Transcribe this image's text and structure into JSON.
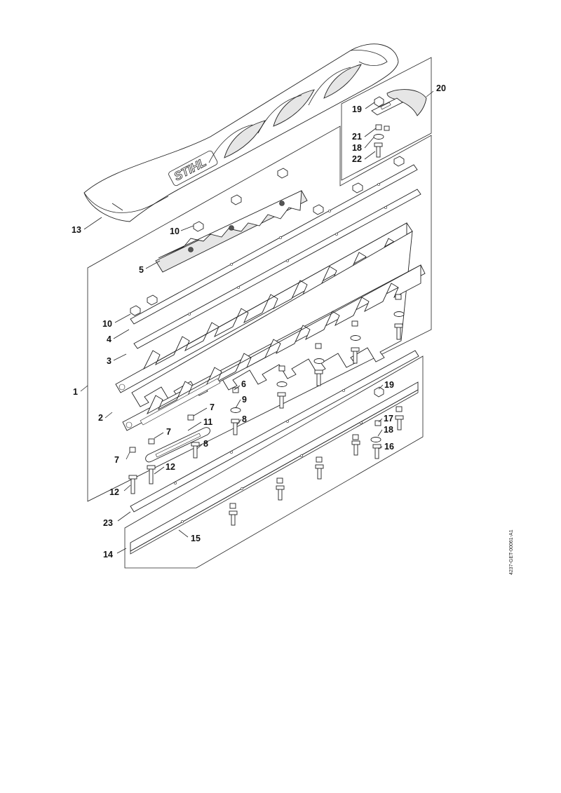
{
  "logo_text": "STIHL",
  "document_code": "4237-GET-00061-A1",
  "callouts": [
    {
      "id": "c1",
      "label": "1"
    },
    {
      "id": "c2",
      "label": "2"
    },
    {
      "id": "c3",
      "label": "3"
    },
    {
      "id": "c4",
      "label": "4"
    },
    {
      "id": "c5",
      "label": "5"
    },
    {
      "id": "c6",
      "label": "6"
    },
    {
      "id": "c7a",
      "label": "7"
    },
    {
      "id": "c7b",
      "label": "7"
    },
    {
      "id": "c7c",
      "label": "7"
    },
    {
      "id": "c8a",
      "label": "8"
    },
    {
      "id": "c8b",
      "label": "8"
    },
    {
      "id": "c9",
      "label": "9"
    },
    {
      "id": "c10a",
      "label": "10"
    },
    {
      "id": "c10b",
      "label": "10"
    },
    {
      "id": "c11",
      "label": "11"
    },
    {
      "id": "c12a",
      "label": "12"
    },
    {
      "id": "c12b",
      "label": "12"
    },
    {
      "id": "c13",
      "label": "13"
    },
    {
      "id": "c14",
      "label": "14"
    },
    {
      "id": "c15",
      "label": "15"
    },
    {
      "id": "c16",
      "label": "16"
    },
    {
      "id": "c17",
      "label": "17"
    },
    {
      "id": "c18a",
      "label": "18"
    },
    {
      "id": "c18b",
      "label": "18"
    },
    {
      "id": "c19a",
      "label": "19"
    },
    {
      "id": "c19b",
      "label": "19"
    },
    {
      "id": "c20",
      "label": "20"
    },
    {
      "id": "c21",
      "label": "21"
    },
    {
      "id": "c22",
      "label": "22"
    },
    {
      "id": "c23",
      "label": "23"
    }
  ]
}
